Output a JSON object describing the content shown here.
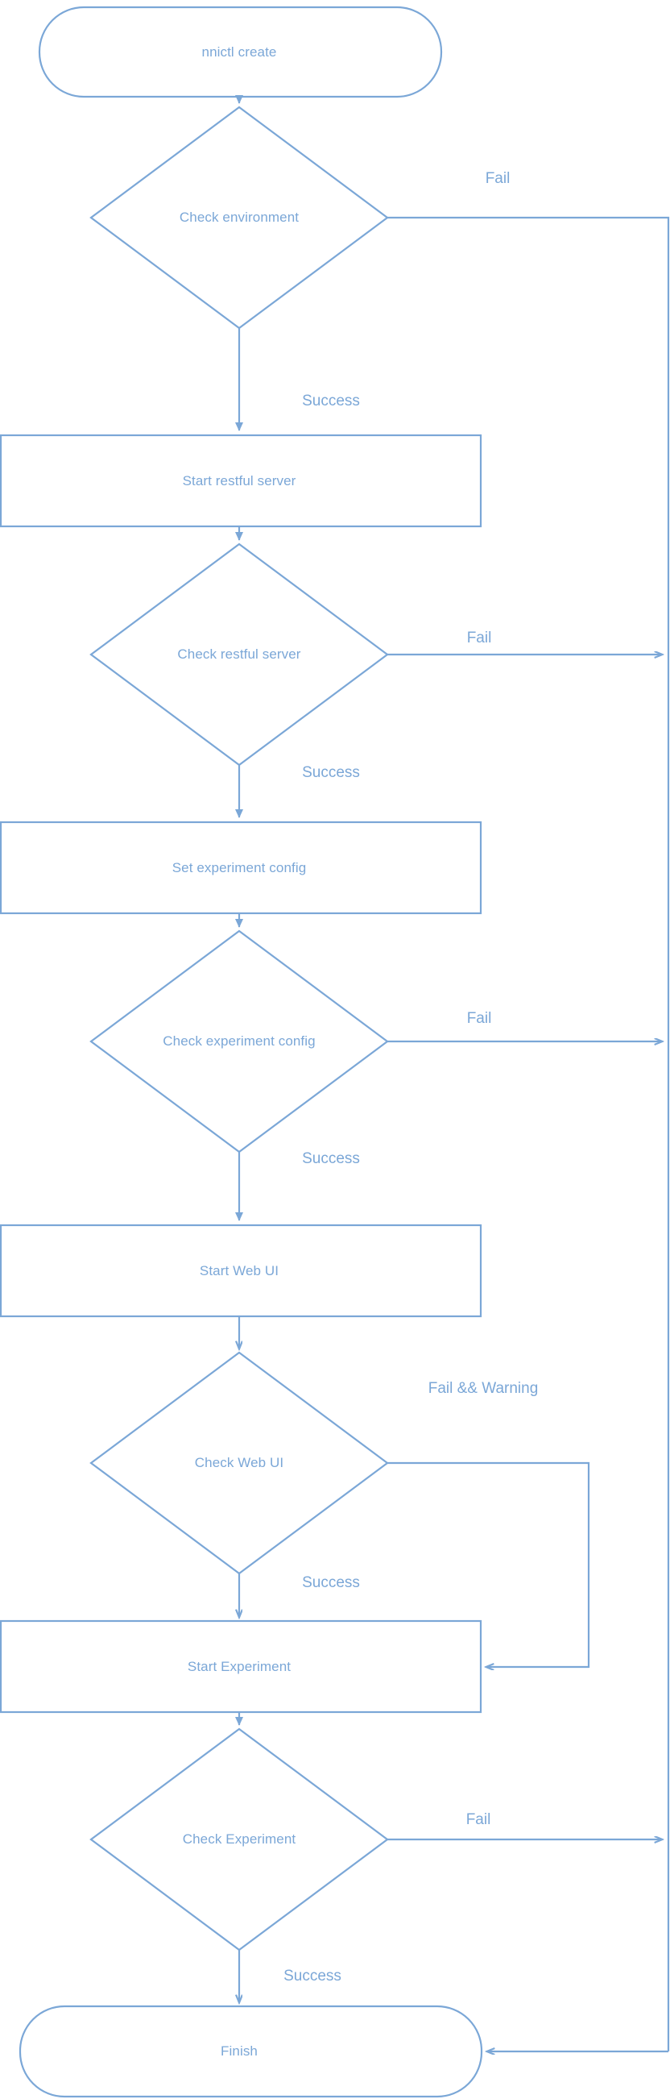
{
  "diagram": {
    "title": "nnictl create flowchart",
    "colors": {
      "stroke": "#7ba7d7",
      "text": "#7ba7d7",
      "background": "#ffffff"
    },
    "nodes": [
      {
        "id": "start",
        "shape": "terminator",
        "label": "nnictl create"
      },
      {
        "id": "check_env",
        "shape": "decision",
        "label": "Check environment"
      },
      {
        "id": "start_restful",
        "shape": "process",
        "label": "Start restful server"
      },
      {
        "id": "check_restful",
        "shape": "decision",
        "label": "Check restful server"
      },
      {
        "id": "set_config",
        "shape": "process",
        "label": "Set experiment config"
      },
      {
        "id": "check_config",
        "shape": "decision",
        "label": "Check experiment config"
      },
      {
        "id": "start_webui",
        "shape": "process",
        "label": "Start Web UI"
      },
      {
        "id": "check_webui",
        "shape": "decision",
        "label": "Check Web UI"
      },
      {
        "id": "start_experiment",
        "shape": "process",
        "label": "Start Experiment"
      },
      {
        "id": "check_experiment",
        "shape": "decision",
        "label": "Check Experiment"
      },
      {
        "id": "finish",
        "shape": "terminator",
        "label": "Finish"
      }
    ],
    "edges": [
      {
        "from": "start",
        "to": "check_env",
        "label": ""
      },
      {
        "from": "check_env",
        "to": "start_restful",
        "label": "Success"
      },
      {
        "from": "check_env",
        "to": "finish",
        "label": "Fail"
      },
      {
        "from": "start_restful",
        "to": "check_restful",
        "label": ""
      },
      {
        "from": "check_restful",
        "to": "set_config",
        "label": "Success"
      },
      {
        "from": "check_restful",
        "to": "finish",
        "label": "Fail"
      },
      {
        "from": "set_config",
        "to": "check_config",
        "label": ""
      },
      {
        "from": "check_config",
        "to": "start_webui",
        "label": "Success"
      },
      {
        "from": "check_config",
        "to": "finish",
        "label": "Fail"
      },
      {
        "from": "start_webui",
        "to": "check_webui",
        "label": ""
      },
      {
        "from": "check_webui",
        "to": "start_experiment",
        "label": "Success"
      },
      {
        "from": "check_webui",
        "to": "start_experiment",
        "label": "Fail && Warning"
      },
      {
        "from": "start_experiment",
        "to": "check_experiment",
        "label": ""
      },
      {
        "from": "check_experiment",
        "to": "finish",
        "label": "Success"
      },
      {
        "from": "check_experiment",
        "to": "finish",
        "label": "Fail"
      }
    ],
    "labels": {
      "start": "nnictl create",
      "check_env": "Check environment",
      "fail_1": "Fail",
      "success_1": "Success",
      "start_restful": "Start restful server",
      "check_restful": "Check restful server",
      "fail_2": "Fail",
      "success_2": "Success",
      "set_config": "Set experiment config",
      "check_config": "Check experiment config",
      "fail_3": "Fail",
      "success_3": "Success",
      "start_webui": "Start Web UI",
      "check_webui": "Check Web UI",
      "fail_warning": "Fail && Warning",
      "success_4": "Success",
      "start_experiment": "Start Experiment",
      "check_experiment": "Check Experiment",
      "fail_4": "Fail",
      "success_5": "Success",
      "finish": "Finish"
    }
  }
}
